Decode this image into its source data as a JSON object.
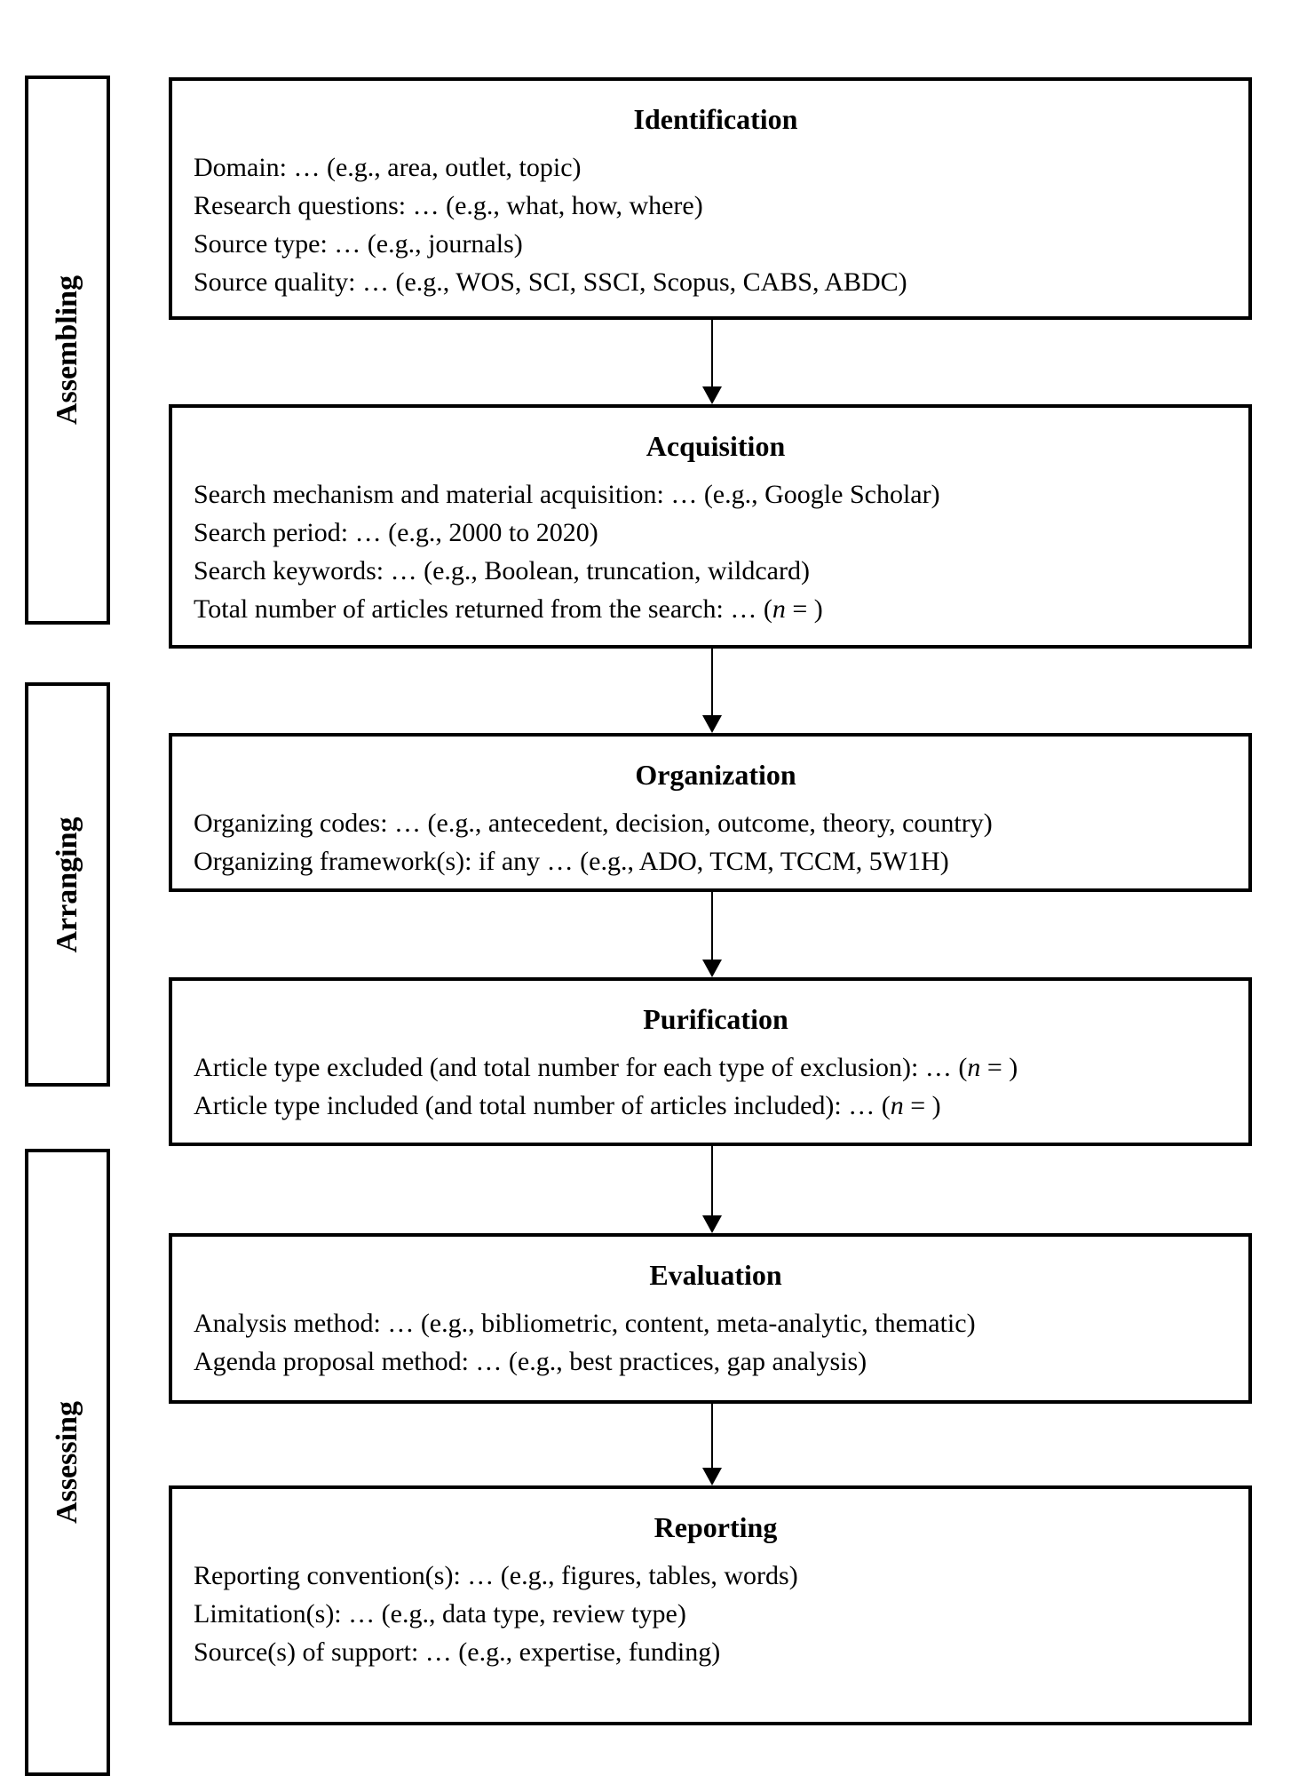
{
  "colors": {
    "ink": "#000000",
    "paper": "#ffffff"
  },
  "diagram": {
    "stages": [
      {
        "label": "Assembling"
      },
      {
        "label": "Arranging"
      },
      {
        "label": "Assessing"
      }
    ],
    "boxes": [
      {
        "title": "Identification",
        "lines": [
          {
            "pre": "Domain: … (e.g., area, outlet, topic)"
          },
          {
            "pre": "Research questions: … (e.g., what, how, where)"
          },
          {
            "pre": "Source type: … (e.g., journals)"
          },
          {
            "pre": "Source quality: … (e.g., WOS, SCI, SSCI, Scopus, CABS, ABDC)"
          }
        ]
      },
      {
        "title": "Acquisition",
        "lines": [
          {
            "pre": "Search mechanism and material acquisition: … (e.g., Google Scholar)"
          },
          {
            "pre": "Search period: … (e.g., 2000 to 2020)"
          },
          {
            "pre": "Search keywords: … (e.g., Boolean, truncation, wildcard)"
          },
          {
            "pre": "Total number of articles returned from the search: … (",
            "em": "n",
            "post": " = )"
          }
        ]
      },
      {
        "title": "Organization",
        "lines": [
          {
            "pre": "Organizing codes: … (e.g., antecedent, decision, outcome, theory, country)"
          },
          {
            "pre": "Organizing framework(s): if any … (e.g., ADO, TCM, TCCM, 5W1H)"
          }
        ]
      },
      {
        "title": "Purification",
        "lines": [
          {
            "pre": "Article type excluded (and total number for each type of exclusion): … (",
            "em": "n",
            "post": " = )"
          },
          {
            "pre": "Article type included (and total number of articles included): … (",
            "em": "n",
            "post": " = )"
          }
        ]
      },
      {
        "title": "Evaluation",
        "lines": [
          {
            "pre": "Analysis method: … (e.g., bibliometric, content, meta-analytic, thematic)"
          },
          {
            "pre": "Agenda proposal method: … (e.g., best practices, gap analysis)"
          }
        ]
      },
      {
        "title": "Reporting",
        "lines": [
          {
            "pre": "Reporting convention(s): … (e.g., figures, tables, words)"
          },
          {
            "pre": "Limitation(s): … (e.g., data type, review type)"
          },
          {
            "pre": "Source(s) of support: … (e.g., expertise, funding)"
          }
        ]
      }
    ]
  }
}
